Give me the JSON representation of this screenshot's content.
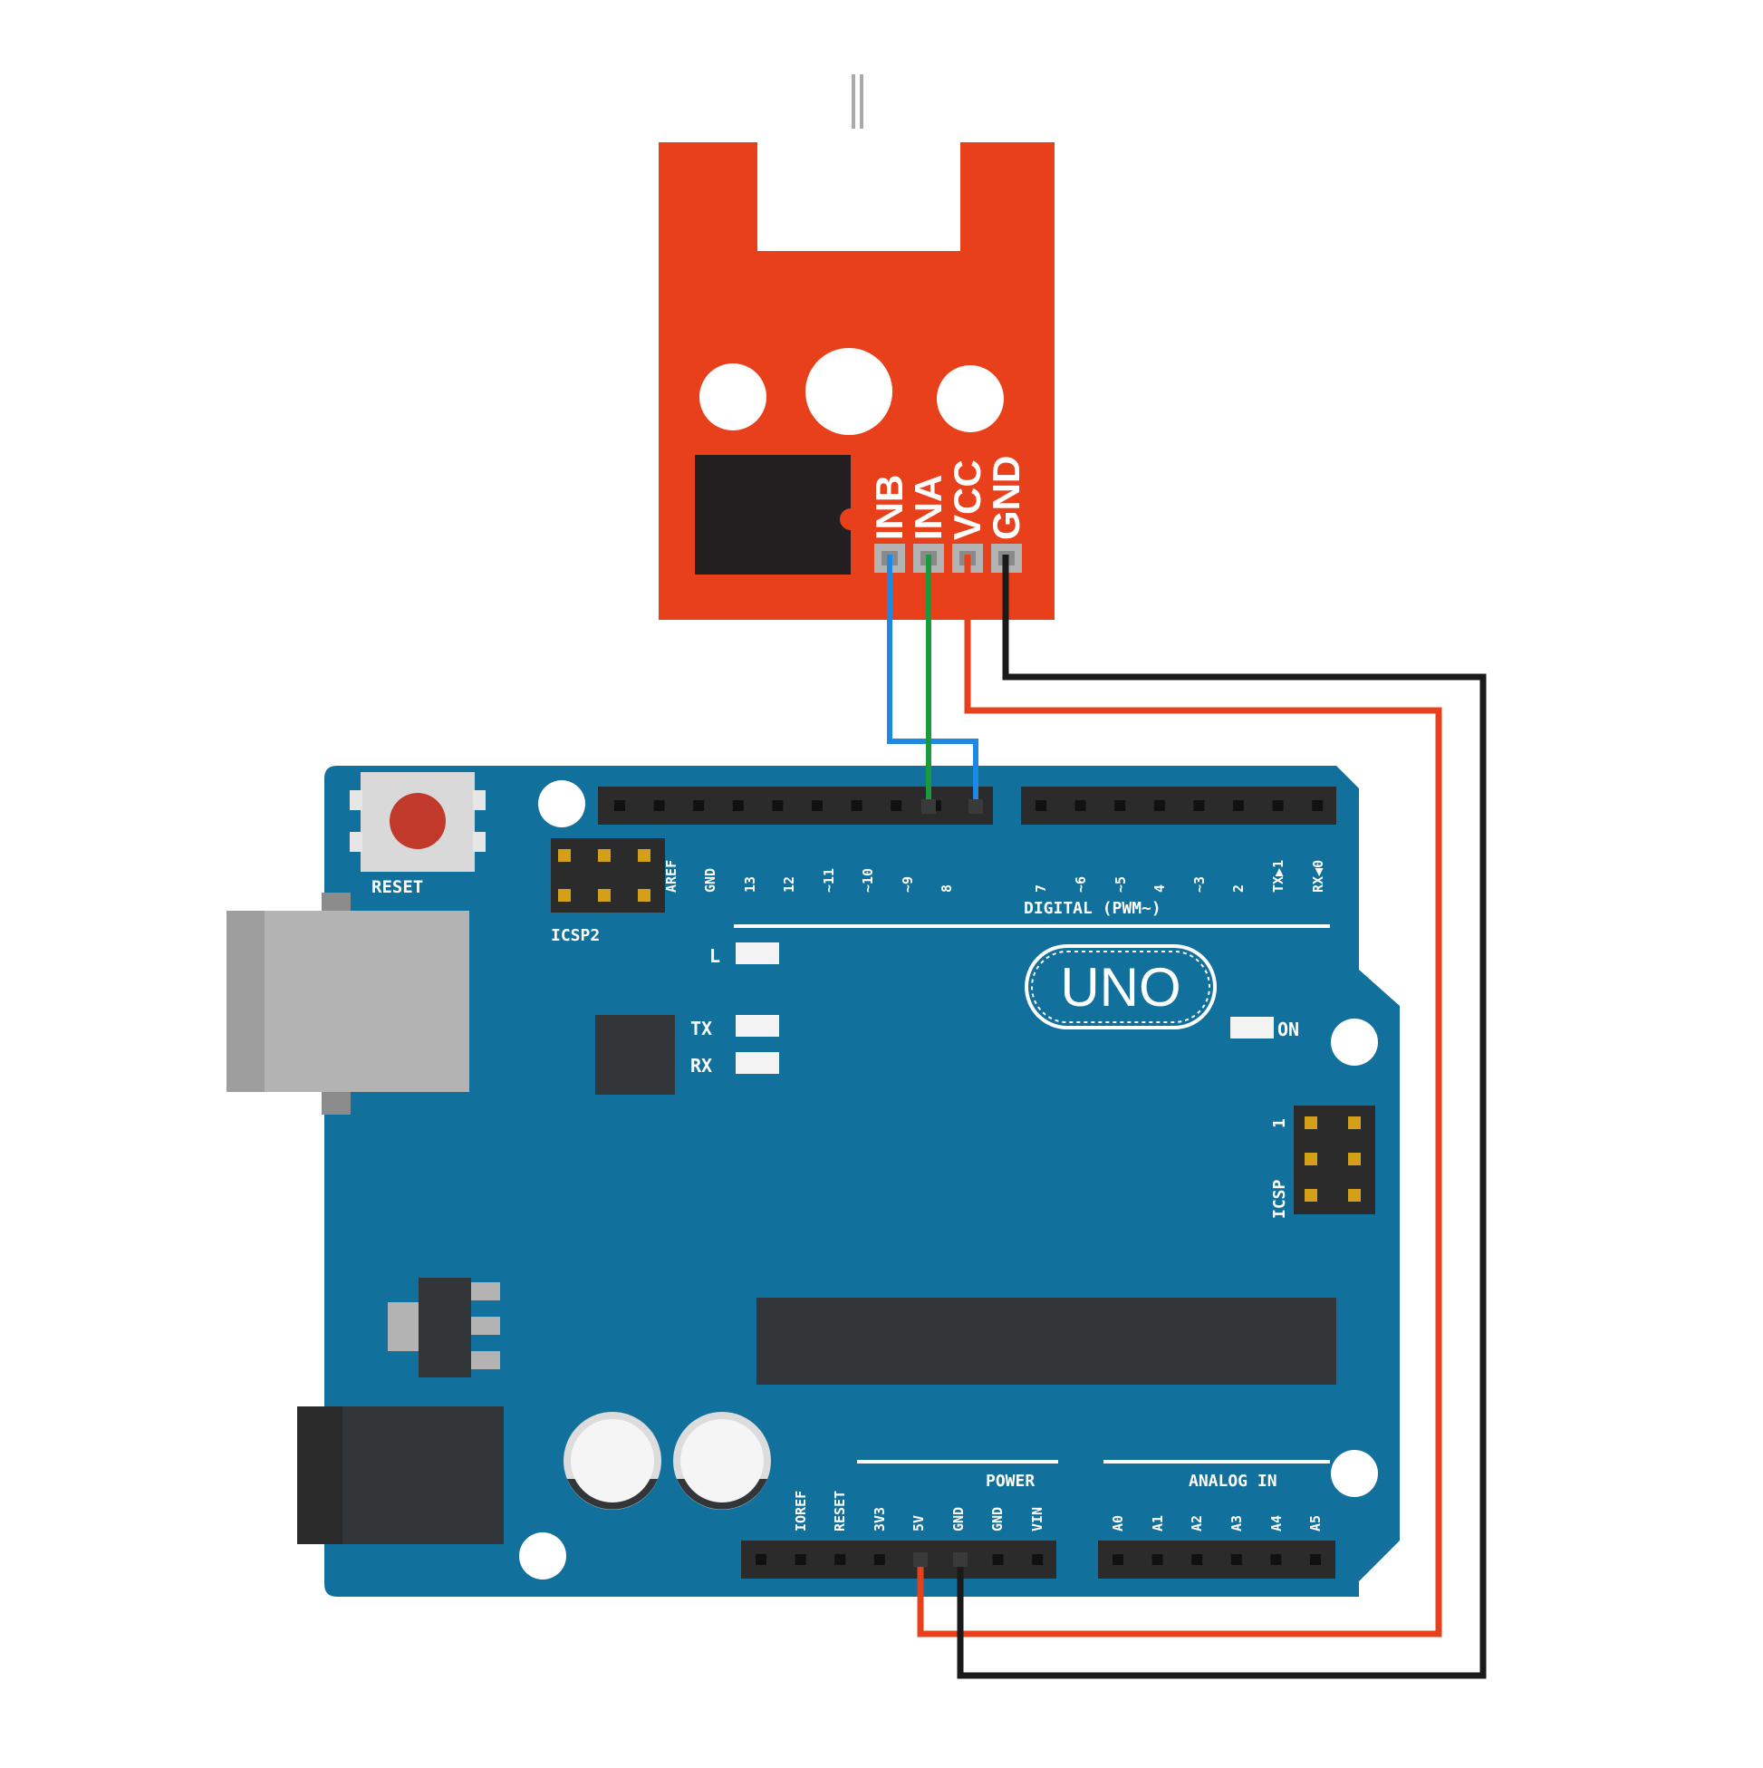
{
  "module": {
    "pins": [
      "INB",
      "INA",
      "VCC",
      "GND"
    ]
  },
  "board": {
    "reset_label": "RESET",
    "icsp_top_label": "ICSP2",
    "icsp_right_label": "ICSP",
    "icsp_right_pin1": "1",
    "led_l": "L",
    "led_tx": "TX",
    "led_rx": "RX",
    "led_on": "ON",
    "logo": "UNO",
    "digital_header_label": "DIGITAL (PWM~)",
    "digital_pins": [
      "AREF",
      "GND",
      "13",
      "12",
      "~11",
      "~10",
      "~9",
      "8",
      "7",
      "~6",
      "~5",
      "4",
      "~3",
      "2",
      "TX▶1",
      "RX◀0"
    ],
    "power_label": "POWER",
    "power_pins": [
      "IOREF",
      "RESET",
      "3V3",
      "5V",
      "GND",
      "GND",
      "VIN"
    ],
    "analog_label": "ANALOG IN",
    "analog_pins": [
      "A0",
      "A1",
      "A2",
      "A3",
      "A4",
      "A5"
    ]
  },
  "wires": [
    {
      "from": "INB",
      "to": "8",
      "color": "#1e88e5"
    },
    {
      "from": "INA",
      "to": "~9",
      "color": "#1a9a3c"
    },
    {
      "from": "VCC",
      "to": "5V",
      "color": "#e8401a"
    },
    {
      "from": "GND",
      "to": "GND",
      "color": "#1a1a1a"
    }
  ],
  "colors": {
    "module": "#e8401a",
    "board": "#11709c",
    "header": "#2b2b2b",
    "chip": "#333638"
  }
}
